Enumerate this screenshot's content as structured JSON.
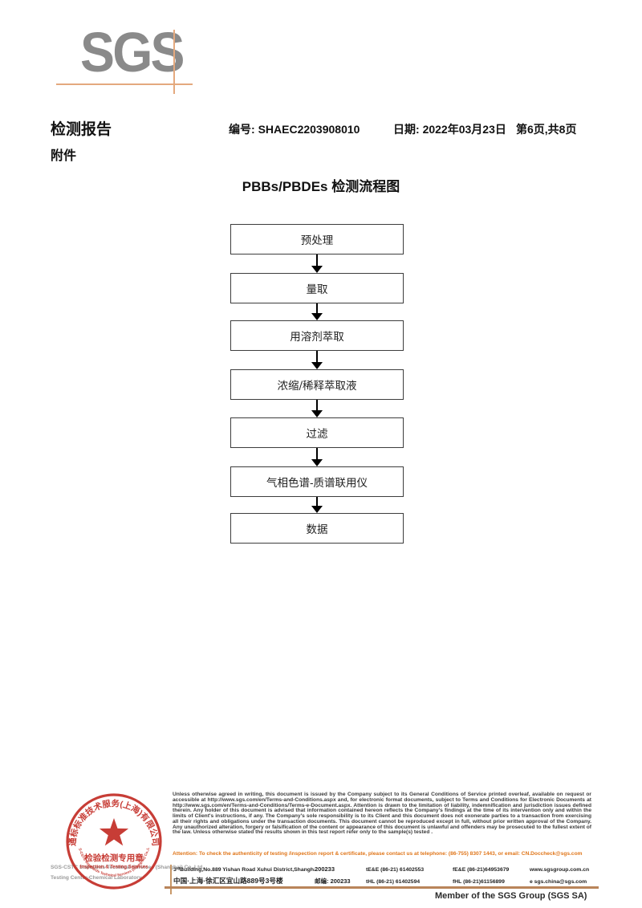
{
  "logo": {
    "text": "SGS"
  },
  "header": {
    "report_title": "检测报告",
    "no_label": "编号:",
    "no_value": "SHAEC2203908010",
    "date_label": "日期:",
    "date_value": "2022年03月23日",
    "page_info": "第6页,共8页",
    "attachment": "附件"
  },
  "flowchart": {
    "title": "PBBs/PBDEs 检测流程图",
    "steps": [
      "预处理",
      "量取",
      "用溶剂萃取",
      "浓缩/稀释萃取液",
      "过滤",
      "气相色谱-质谱联用仪",
      "数据"
    ]
  },
  "stamp": {
    "top_arc": "通标标准技术服务(上海)有限公司",
    "seal_title": "检验检测专用章",
    "seal_subtitle": "Inspection & Testing Services",
    "bottom_arc": "SGS-CSTC Standards Technical Services (Shanghai) Co.,Ltd.",
    "company_line1": "SGS-CSTC Standards Technical Services (Shanghai) Co.,Ltd.",
    "company_line2": "Testing Center-Chemical Laboratory"
  },
  "legal": {
    "paragraph": "Unless otherwise agreed in writing, this document is issued by the Company subject to its General Conditions of Service printed overleaf, available on request or accessible at http://www.sgs.com/en/Terms-and-Conditions.aspx and, for electronic format documents, subject to Terms and Conditions for Electronic Documents at http://www.sgs.com/en/Terms-and-Conditions/Terms-e-Document.aspx. Attention is drawn to the limitation of liability, indemnification and jurisdiction issues defined therein. Any holder of this document is advised that information contained hereon reflects the Company's findings at the time of its intervention only and within the limits of Client's instructions, if any. The Company's sole responsibility is to its Client and this document does not exonerate parties to a transaction from exercising all their rights and obligations under the transaction documents. This document cannot be reproduced except in full, without prior written approval of the Company. Any unauthorized alteration, forgery or falsification of the content or appearance of this document is unlawful and offenders may be prosecuted to the fullest extent of the law. Unless otherwise stated the results shown in this test report refer only to the sample(s) tested .",
    "attention": "Attention: To check the authenticity of testing /inspection report & certificate, please contact us at telephone: (86-755) 8307 1443, or email: CN.Doccheck@sgs.com"
  },
  "footer": {
    "address_en": "3ʳᵈBuilding,No.889 Yishan Road Xuhui District,Shanghai China",
    "postcode_en": "200233",
    "phone_en": "tE&E (86-21) 61402553",
    "fax_en": "fE&E (86-21)64953679",
    "web": "www.sgsgroup.com.cn",
    "address_cn": "中国·上海·徐汇区宜山路889号3号楼",
    "postcode_cn": "邮编: 200233",
    "phone_cn": "tHL (86-21) 61402594",
    "fax_cn": "fHL (86-21)61156899",
    "email": "e  sgs.china@sgs.com",
    "member": "Member of the SGS Group (SGS SA)"
  },
  "colors": {
    "logo_gray": "#8a8a8a",
    "accent_orange": "#e4a97e",
    "attention_orange": "#e0761a",
    "rule_tan": "#b9845a",
    "stamp_red": "#c5332c"
  }
}
